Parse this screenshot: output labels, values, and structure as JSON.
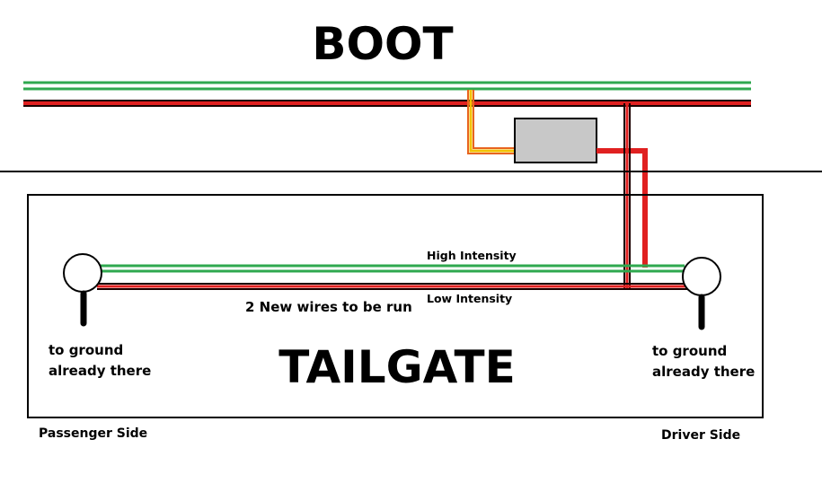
{
  "titles": {
    "boot": "BOOT",
    "tailgate": "TAILGATE"
  },
  "labels": {
    "high_intensity": "High Intensity",
    "low_intensity": "Low Intensity",
    "new_wires": "2 New wires to be run",
    "ground_left_line1": "to ground",
    "ground_left_line2": "already there",
    "ground_right_line1": "to ground",
    "ground_right_line2": "already there",
    "passenger_side": "Passenger Side",
    "driver_side": "Driver Side"
  },
  "colors": {
    "green_wire": "#2fa84f",
    "red_wire": "#e02020",
    "dark_wire": "#3a0a0a",
    "yellow_wire": "#f2c200",
    "orange_wire": "#e8641e",
    "module_fill": "#c8c8c8"
  }
}
